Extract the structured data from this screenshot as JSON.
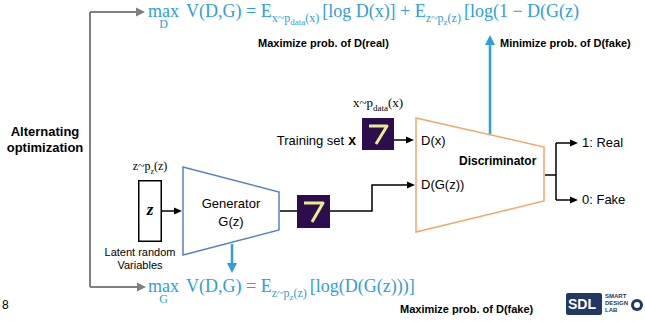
{
  "diagram": {
    "nodes": [
      {
        "text": [
          "z"
        ]
      },
      {
        "text": [
          "Generator",
          "G(z)"
        ]
      },
      {
        "text": [
          "D(x)",
          "Discriminator",
          "D(G(z))"
        ]
      }
    ],
    "edges": [
      {
        "from": 0,
        "to": 1,
        "arrow": "to"
      },
      {
        "from": 1,
        "to": 2,
        "arrow": "to"
      }
    ],
    "labels": [
      "max",
      "D",
      "V(D,G) = E",
      "x~p",
      "data",
      "(x)",
      "[log D(x)] + E",
      "z~p",
      "z",
      "(z)",
      "[log(1 − D(G(z)",
      "Maximize prob. of D(real)",
      "Minimize prob. of D(fake)",
      "Alternating optimization",
      "x~p",
      "data",
      "(x)",
      "Training set",
      "x",
      "z~p",
      "z",
      "(z)",
      "Latent random Variables",
      "1: Real",
      "0: Fake",
      "max",
      "G",
      "V(D,G) = E",
      "z~p",
      "z",
      "(z)",
      "[log(D(G(z)))]",
      "Maximize prob. of D(fake)",
      "8",
      "SDL",
      "SMART",
      "DESIGN",
      "LAB"
    ]
  }
}
